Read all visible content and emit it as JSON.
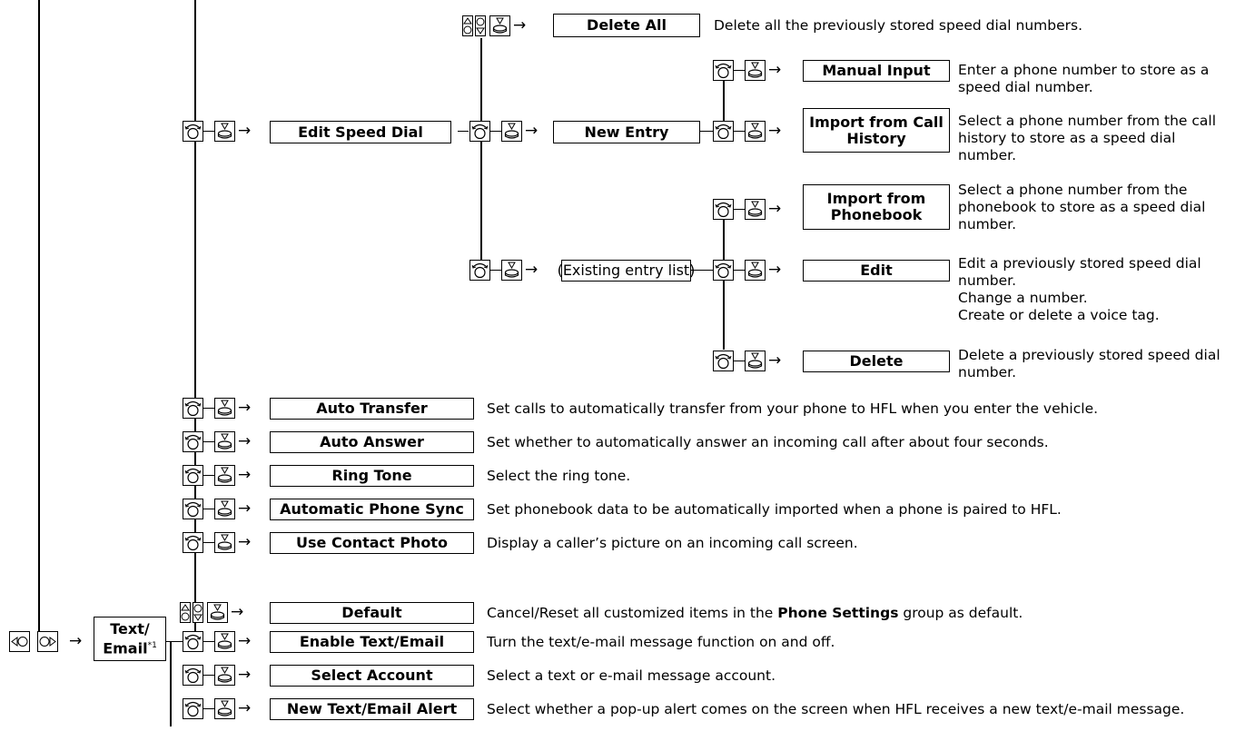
{
  "nodes": {
    "delete_all": "Delete All",
    "edit_speed_dial": "Edit Speed Dial",
    "new_entry": "New Entry",
    "manual_input": "Manual Input",
    "import_call_history_1": "Import from Call",
    "import_call_history_2": "History",
    "import_phonebook_1": "Import from",
    "import_phonebook_2": "Phonebook",
    "existing_entry_list": "(Existing entry list)",
    "edit": "Edit",
    "delete": "Delete",
    "auto_transfer": "Auto Transfer",
    "auto_answer": "Auto Answer",
    "ring_tone": "Ring Tone",
    "automatic_phone_sync": "Automatic Phone Sync",
    "use_contact_photo": "Use Contact Photo",
    "default": "Default",
    "text_email_1": "Text/",
    "text_email_2": "Email",
    "text_email_footnote": "*1",
    "enable_text_email": "Enable Text/Email",
    "select_account": "Select Account",
    "new_text_email_alert": "New Text/Email Alert"
  },
  "descriptions": {
    "delete_all": "Delete all the previously stored speed dial numbers.",
    "manual_input_1": "Enter a phone number to store as a",
    "manual_input_2": "speed dial number.",
    "import_call_history_1": "Select a phone number from the call",
    "import_call_history_2": "history to store as a speed dial",
    "import_call_history_3": "number.",
    "import_phonebook_1": "Select a phone number from the",
    "import_phonebook_2": "phonebook to store as a speed dial",
    "import_phonebook_3": "number.",
    "edit_1": "Edit a previously stored speed dial",
    "edit_2": "number.",
    "edit_3": "Change a number.",
    "edit_4": "Create or delete a voice tag.",
    "delete_1": "Delete a previously stored speed dial",
    "delete_2": "number.",
    "auto_transfer": "Set calls to automatically transfer from your phone to HFL when you enter the vehicle.",
    "auto_answer": "Set whether to automatically answer an incoming call after about four seconds.",
    "ring_tone": "Select the ring tone.",
    "automatic_phone_sync": "Set phonebook data to be automatically imported when a phone is paired to HFL.",
    "use_contact_photo": "Display a caller’s picture on an incoming call screen.",
    "default_pre": "Cancel/Reset all customized items in the ",
    "default_bold": "Phone Settings",
    "default_post": " group as default.",
    "enable_text_email": "Turn the text/e-mail message function on and off.",
    "select_account": "Select a text or e-mail message account.",
    "new_text_email_alert": "Select whether a pop-up alert comes on the screen when HFL receives a new text/e-mail message."
  },
  "icons": {
    "rotate": "rotate-knob-icon",
    "press": "press-knob-icon",
    "move_up": "move-up-icon",
    "move_down": "move-down-icon",
    "move_left": "move-left-icon",
    "move_right": "move-right-icon",
    "arrow": "right-arrow-icon"
  }
}
